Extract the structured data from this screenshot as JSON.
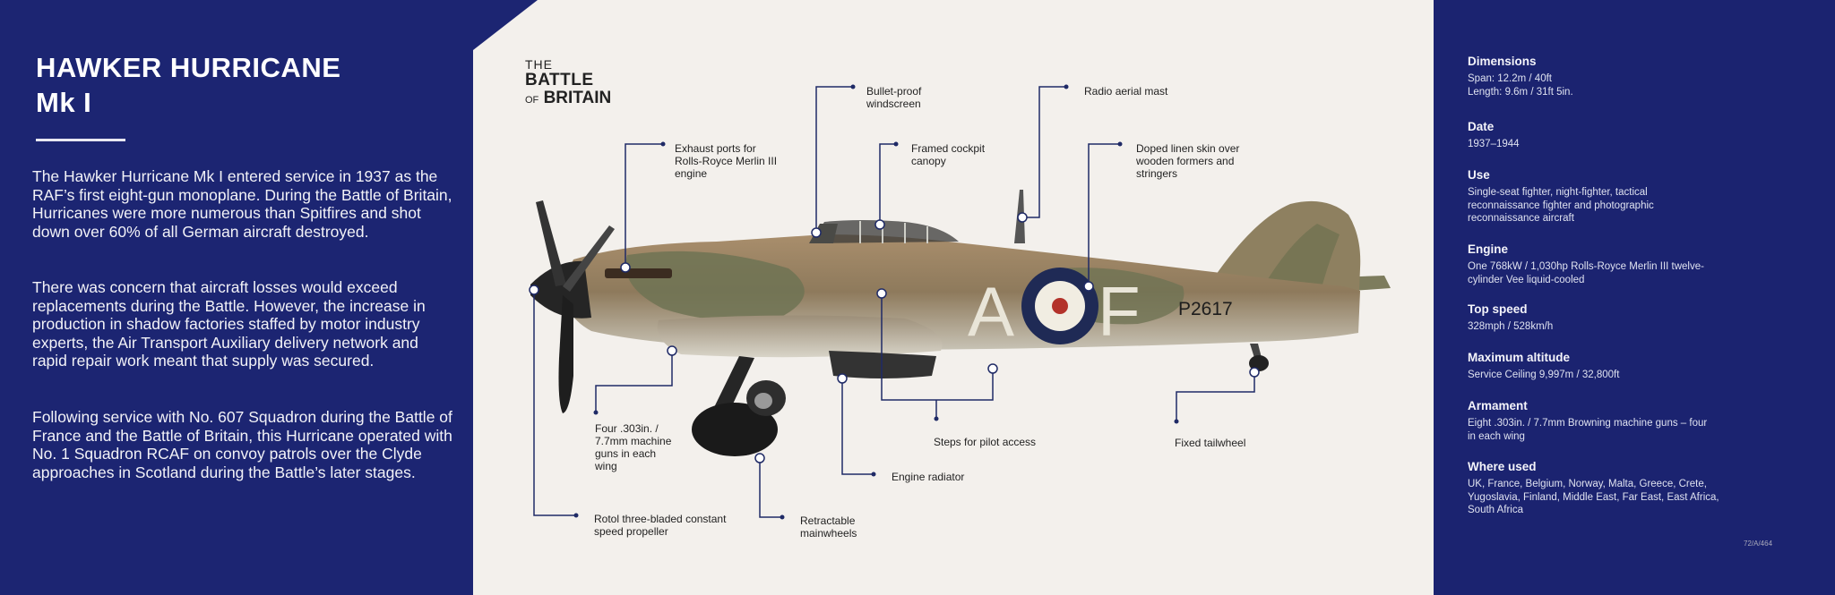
{
  "left": {
    "title_line1": "HAWKER HURRICANE",
    "title_line2": "Mk I",
    "paragraphs": [
      "The Hawker Hurricane Mk I entered service in 1937 as the RAF’s first eight-gun monoplane. During the Battle of Britain, Hurricanes were more numerous than Spitfires and shot down over 60% of all German aircraft destroyed.",
      "There was concern that aircraft losses would exceed replacements during the Battle. However, the increase in production in shadow factories staffed by motor industry experts, the Air Transport Auxiliary delivery network and rapid repair work meant that supply was secured.",
      "Following service with No. 607 Squadron during the Battle of France and the Battle of Britain, this Hurricane operated with No. 1 Squadron RCAF on convoy patrols over the Clyde approaches in Scotland during the Battle’s later stages."
    ]
  },
  "logo": {
    "line1": "THE",
    "line2": "BATTLE",
    "of": "OF",
    "line3": "BRITAIN"
  },
  "aircraft": {
    "code_left": "A",
    "code_right": "F",
    "serial": "P2617"
  },
  "callouts": {
    "exhaust": "Exhaust ports for Rolls-Royce Merlin III engine",
    "windscreen": "Bullet-proof windscreen",
    "canopy": "Framed cockpit canopy",
    "aerial": "Radio aerial mast",
    "linen": "Doped linen skin over wooden formers and stringers",
    "guns": "Four .303in. / 7.7mm machine guns in each wing",
    "steps": "Steps for pilot access",
    "tailwheel": "Fixed tailwheel",
    "radiator": "Engine radiator",
    "propeller": "Rotol three-bladed constant speed propeller",
    "mainwheels": "Retractable mainwheels"
  },
  "specs": [
    {
      "heading": "Dimensions",
      "lines": [
        "Span: 12.2m / 40ft",
        "Length: 9.6m / 31ft 5in."
      ]
    },
    {
      "heading": "Date",
      "lines": [
        "1937–1944"
      ]
    },
    {
      "heading": "Use",
      "lines": [
        "Single-seat fighter, night-fighter, tactical reconnaissance fighter and photographic reconnaissance aircraft"
      ]
    },
    {
      "heading": "Engine",
      "lines": [
        "One 768kW / 1,030hp Rolls-Royce Merlin III twelve-cylinder Vee liquid-cooled"
      ]
    },
    {
      "heading": "Top speed",
      "lines": [
        "328mph / 528km/h"
      ]
    },
    {
      "heading": "Maximum altitude",
      "lines": [
        "Service Ceiling 9,997m / 32,800ft"
      ]
    },
    {
      "heading": "Armament",
      "lines": [
        "Eight .303in. / 7.7mm Browning machine guns – four in each wing"
      ]
    },
    {
      "heading": "Where used",
      "lines": [
        "UK, France, Belgium, Norway, Malta, Greece, Crete, Yugoslavia, Finland, Middle East, Far East, East Africa, South Africa"
      ]
    }
  ],
  "panel_code": "72/A/464",
  "colors": {
    "navy": "#1c2572",
    "panel_cream": "#f3f0ec",
    "callout_line": "#1f2a66",
    "roundel_red": "#b3322a"
  }
}
